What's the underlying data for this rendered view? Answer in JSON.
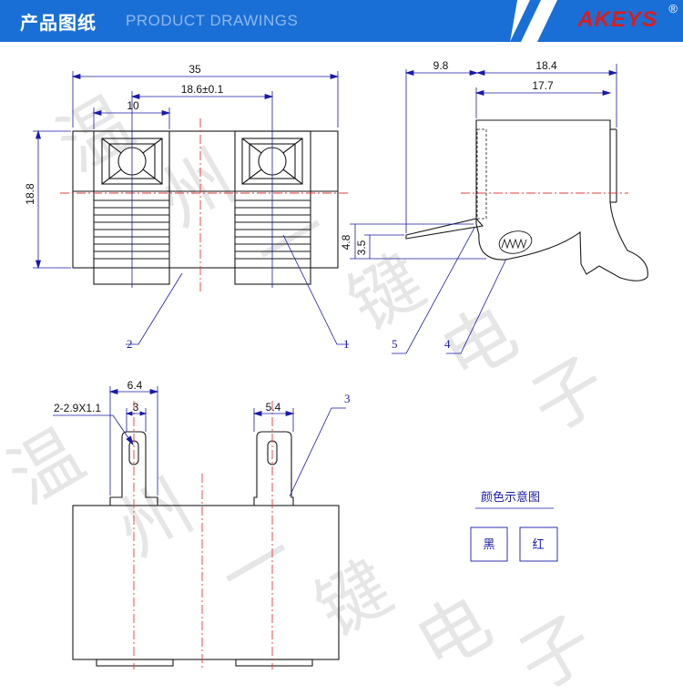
{
  "header": {
    "title": "产品图纸",
    "subtitle": "PRODUCT DRAWINGS",
    "logo": "AKEYS",
    "logo_mark": "®"
  },
  "watermark": [
    "温",
    "州",
    "一",
    "键",
    "电",
    "子"
  ],
  "front_view": {
    "width": "35",
    "pitch": "18.6±0.1",
    "window": "10",
    "height": "18.8"
  },
  "side_view": {
    "depth_a": "9.8",
    "depth_b": "18.4",
    "depth_c": "17.7",
    "lever_a": "4.8",
    "lever_b": "3.5"
  },
  "bottom_view": {
    "pin_width": "6.4",
    "slot_spec": "2-2.9X1.1",
    "slot_offset": "3",
    "pin_width_b": "5.4"
  },
  "callouts": [
    "1",
    "2",
    "3",
    "4",
    "5"
  ],
  "legend": {
    "title": "颜色示意图",
    "items": [
      "黑",
      "红"
    ]
  },
  "colors": {
    "header_bg": "#1a6fd6",
    "logo": "#d81e1e",
    "outline": "#1a1a1a",
    "dimension": "#1a1aa8",
    "centerline": "#e53b3b"
  }
}
